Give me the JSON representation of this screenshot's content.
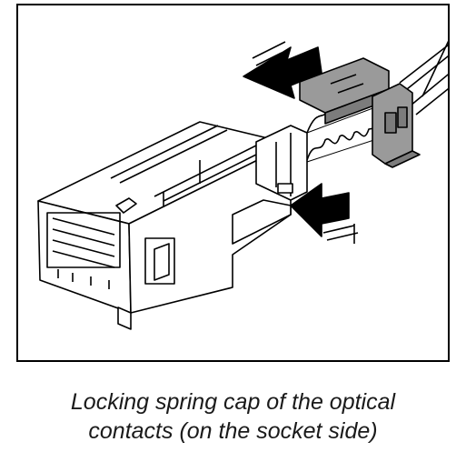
{
  "caption": {
    "line1": "Locking spring cap of the optical",
    "line2": "contacts (on the socket side)"
  },
  "colors": {
    "ink": "#000000",
    "cap_fill": "#9a9a9a",
    "cap_dark": "#7c7c7c",
    "paper": "#ffffff"
  },
  "icons": [
    "arrow-push-left",
    "arrow-push-in",
    "spring-coil"
  ]
}
